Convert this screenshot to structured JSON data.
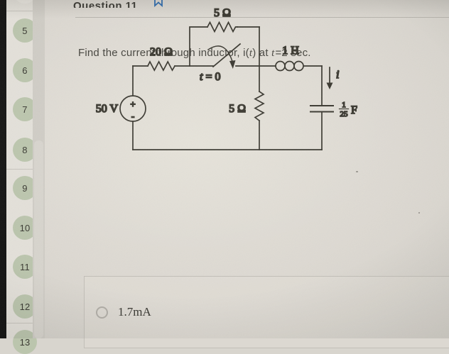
{
  "header": {
    "title": "Question 11",
    "bookmark_icon": "bookmark",
    "accent_color": "#2f6db0"
  },
  "sidebar": {
    "items": [
      "5",
      "6",
      "7",
      "8",
      "9",
      "10",
      "11",
      "12"
    ],
    "next_partial": "13",
    "circle_color": "#bbc5ad"
  },
  "question": {
    "prefix": "Find the current through inductor, i(",
    "t1": "t",
    "mid": ") at ",
    "t2": "t",
    "suffix": "=2 sec."
  },
  "circuit": {
    "resistor_top": "5 Ω",
    "resistor_left": "20 Ω",
    "resistor_mid": "5 Ω",
    "inductor": "1 H",
    "source": "50 V",
    "source_plus": "+",
    "source_minus": "-",
    "switch_t": "t",
    "switch_eq": "= 0",
    "cap_num": "1",
    "cap_den": "25",
    "cap_unit": "F",
    "current": "i"
  },
  "answers": {
    "options": [
      {
        "label": "1.7mA",
        "selected": false
      }
    ]
  }
}
